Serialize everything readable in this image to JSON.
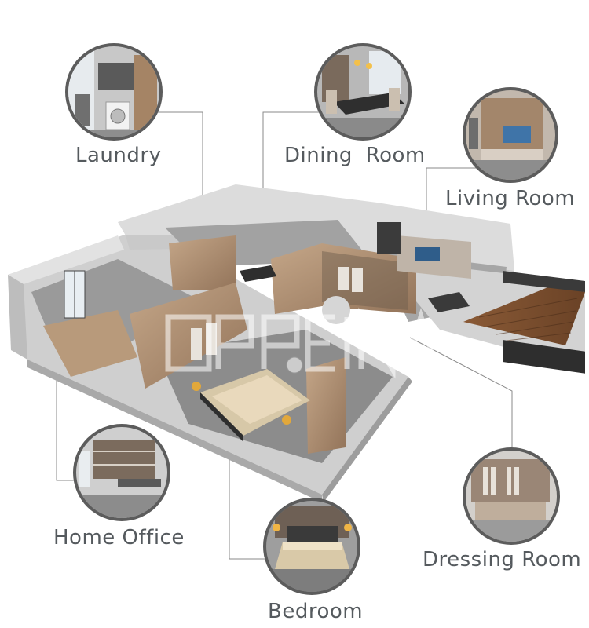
{
  "rooms": {
    "laundry": "Laundry",
    "dining": "Dining  Room",
    "living": "Living Room",
    "home_office": "Home Office",
    "dressing": "Dressing Room",
    "bedroom": "Bedroom"
  },
  "watermark": "OPPEIN",
  "colors": {
    "label_text": "#555a5e",
    "connector_line": "#8a8a8a",
    "thumbnail_ring": "#5c5c5c",
    "wall": "#d9d9d9",
    "wood": "#b7977a",
    "floor_gray": "#8e8e8e"
  }
}
